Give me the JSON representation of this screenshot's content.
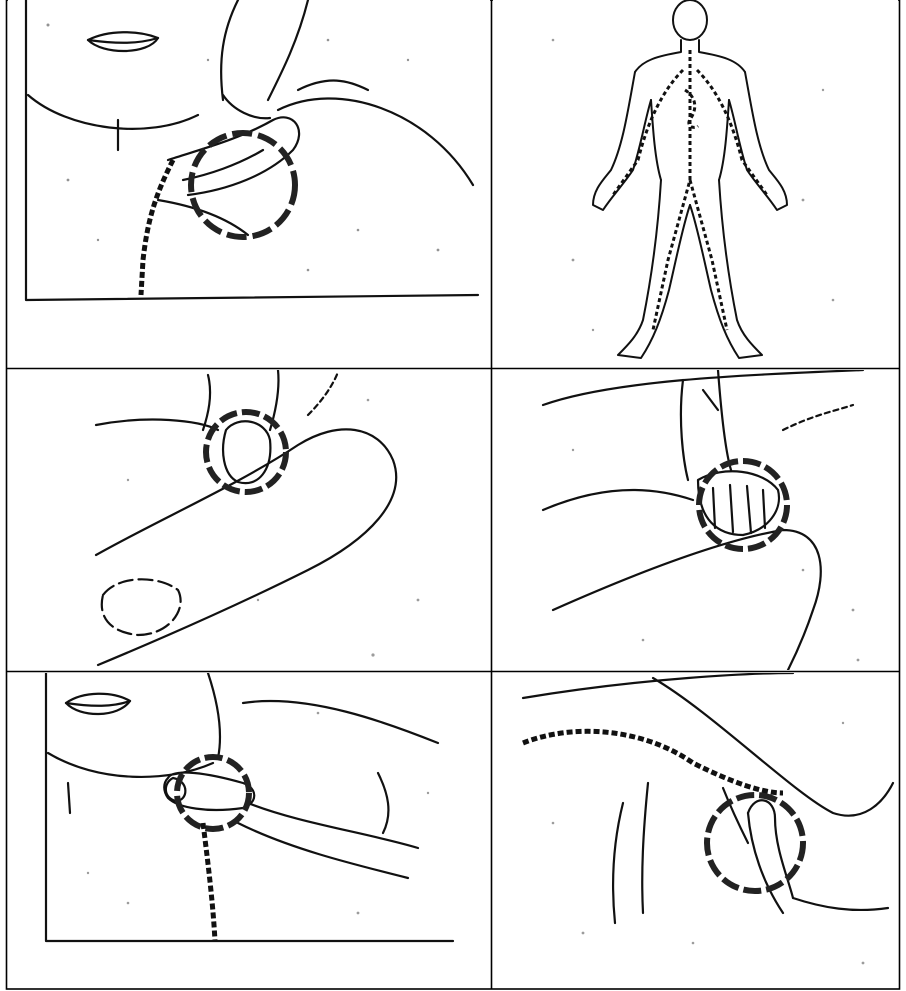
{
  "document": {
    "layout": "table-3-rows-2-cols",
    "panels": [
      {
        "id": "r1c1",
        "subject": "neck-pulse-check-hand-right-side",
        "icon": "carotid-palpation-illustration"
      },
      {
        "id": "r1c2",
        "subject": "human-body-circulatory-figure",
        "icon": "circulatory-system-illustration"
      },
      {
        "id": "r2c1",
        "subject": "wrist-radial-pulse-thumb",
        "icon": "radial-pulse-illustration"
      },
      {
        "id": "r2c2",
        "subject": "wrist-pulse-fingers",
        "icon": "wrist-pulse-fingers-illustration"
      },
      {
        "id": "r3c1",
        "subject": "neck-pulse-check-thumb",
        "icon": "neck-pulse-thumb-illustration"
      },
      {
        "id": "r3c2",
        "subject": "groin-or-limb-pulse-check",
        "icon": "limb-pulse-illustration"
      }
    ],
    "colors": {
      "ink": "#111111",
      "border": "#000000",
      "paper": "#ffffff",
      "speckle": "#3a3a3a"
    }
  }
}
